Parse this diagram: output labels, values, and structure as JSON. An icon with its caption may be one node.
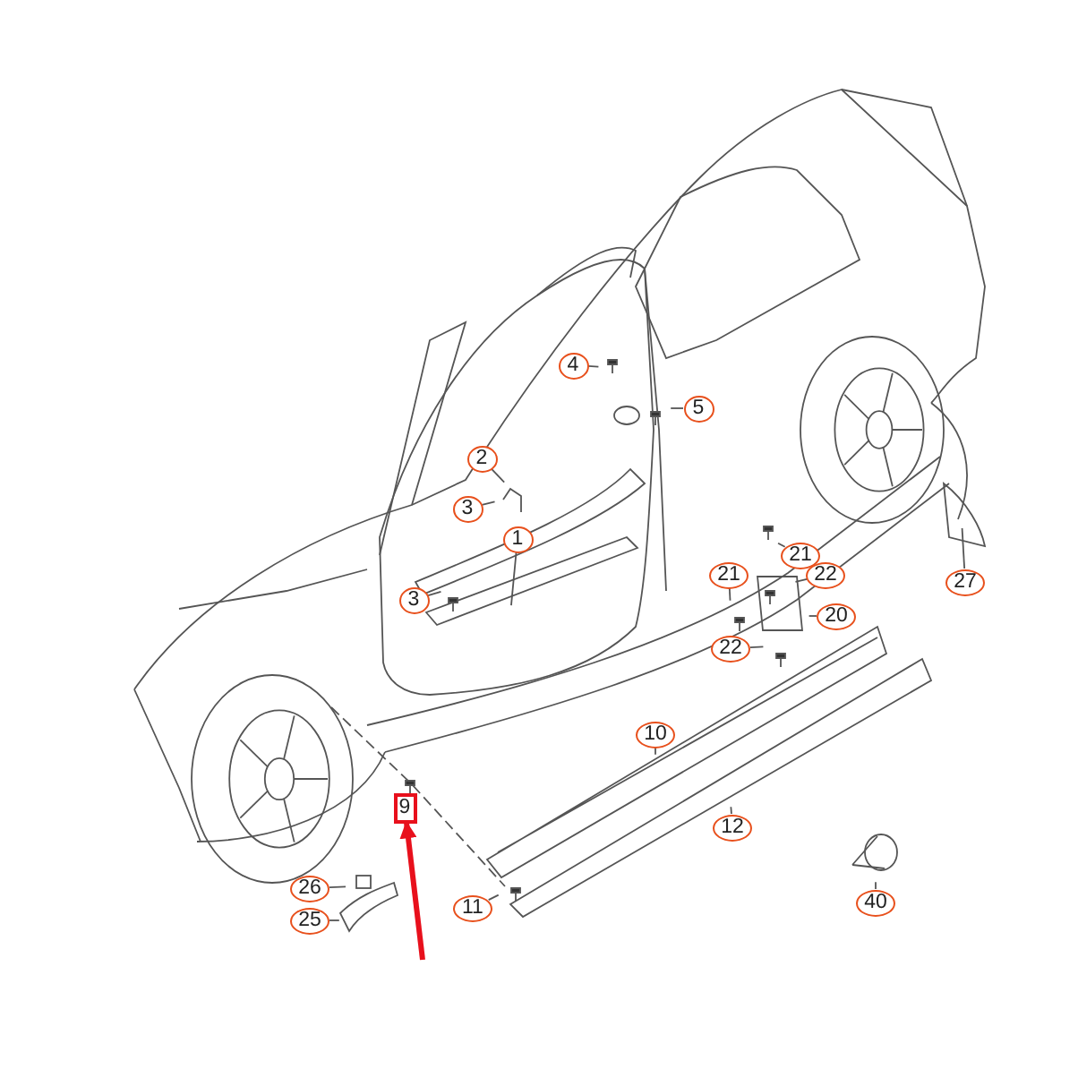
{
  "diagram": {
    "nodes": [
      {
        "text": [
          "4"
        ]
      },
      {
        "text": [
          "5"
        ]
      },
      {
        "text": [
          "2"
        ]
      },
      {
        "text": [
          "3"
        ]
      },
      {
        "text": [
          "1"
        ]
      },
      {
        "text": [
          "21"
        ]
      },
      {
        "text": [
          "21"
        ]
      },
      {
        "text": [
          "22"
        ]
      },
      {
        "text": [
          "27"
        ]
      },
      {
        "text": [
          "3"
        ]
      },
      {
        "text": [
          "20"
        ]
      },
      {
        "text": [
          "22"
        ]
      },
      {
        "text": [
          "10"
        ]
      },
      {
        "text": [
          "9"
        ]
      },
      {
        "text": [
          "12"
        ]
      },
      {
        "text": [
          "40"
        ]
      },
      {
        "text": [
          "26"
        ]
      },
      {
        "text": [
          "11"
        ]
      },
      {
        "text": [
          "25"
        ]
      }
    ],
    "edges": [
      {
        "from": 0,
        "to": null,
        "arrow": "none"
      },
      {
        "from": 1,
        "to": null,
        "arrow": "none"
      },
      {
        "from": 2,
        "to": null,
        "arrow": "none"
      },
      {
        "from": 3,
        "to": null,
        "arrow": "none"
      },
      {
        "from": 4,
        "to": null,
        "arrow": "none"
      },
      {
        "from": 5,
        "to": null,
        "arrow": "none"
      },
      {
        "from": 6,
        "to": null,
        "arrow": "none"
      },
      {
        "from": 7,
        "to": null,
        "arrow": "none"
      },
      {
        "from": 8,
        "to": null,
        "arrow": "none"
      },
      {
        "from": 9,
        "to": null,
        "arrow": "none"
      },
      {
        "from": 10,
        "to": null,
        "arrow": "none"
      },
      {
        "from": 11,
        "to": null,
        "arrow": "none"
      },
      {
        "from": 12,
        "to": null,
        "arrow": "none"
      },
      {
        "from": 14,
        "to": null,
        "arrow": "none"
      },
      {
        "from": 15,
        "to": null,
        "arrow": "none"
      },
      {
        "from": 16,
        "to": null,
        "arrow": "none"
      },
      {
        "from": 17,
        "to": null,
        "arrow": "none"
      },
      {
        "from": 18,
        "to": null,
        "arrow": "none"
      },
      {
        "from": null,
        "to": 13,
        "arrow": "to",
        "style": "thick",
        "color": "#e8101c"
      }
    ]
  }
}
